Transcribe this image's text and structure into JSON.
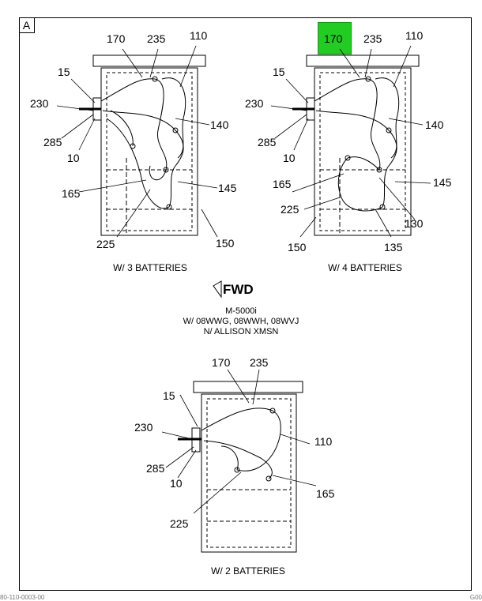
{
  "frame_tag": "A",
  "fwd_text": "FWD",
  "note_lines": [
    "M-5000i",
    "W/ 08WWG, 08WWH, 08WVJ",
    "N/ ALLISON XMSN"
  ],
  "captions": {
    "three": "W/ 3 BATTERIES",
    "four": "W/ 4 BATTERIES",
    "two": "W/ 2 BATTERIES"
  },
  "callouts": {
    "three": [
      "170",
      "235",
      "110",
      "15",
      "230",
      "285",
      "10",
      "140",
      "165",
      "145",
      "225",
      "150"
    ],
    "four": [
      "170",
      "235",
      "110",
      "15",
      "230",
      "285",
      "10",
      "140",
      "165",
      "145",
      "225",
      "130",
      "150",
      "135"
    ],
    "two": [
      "170",
      "235",
      "15",
      "230",
      "110",
      "285",
      "10",
      "165",
      "225"
    ]
  },
  "footer": {
    "left": "80-110-0003-00",
    "right": "G00"
  },
  "highlight_color": "#22cc22"
}
